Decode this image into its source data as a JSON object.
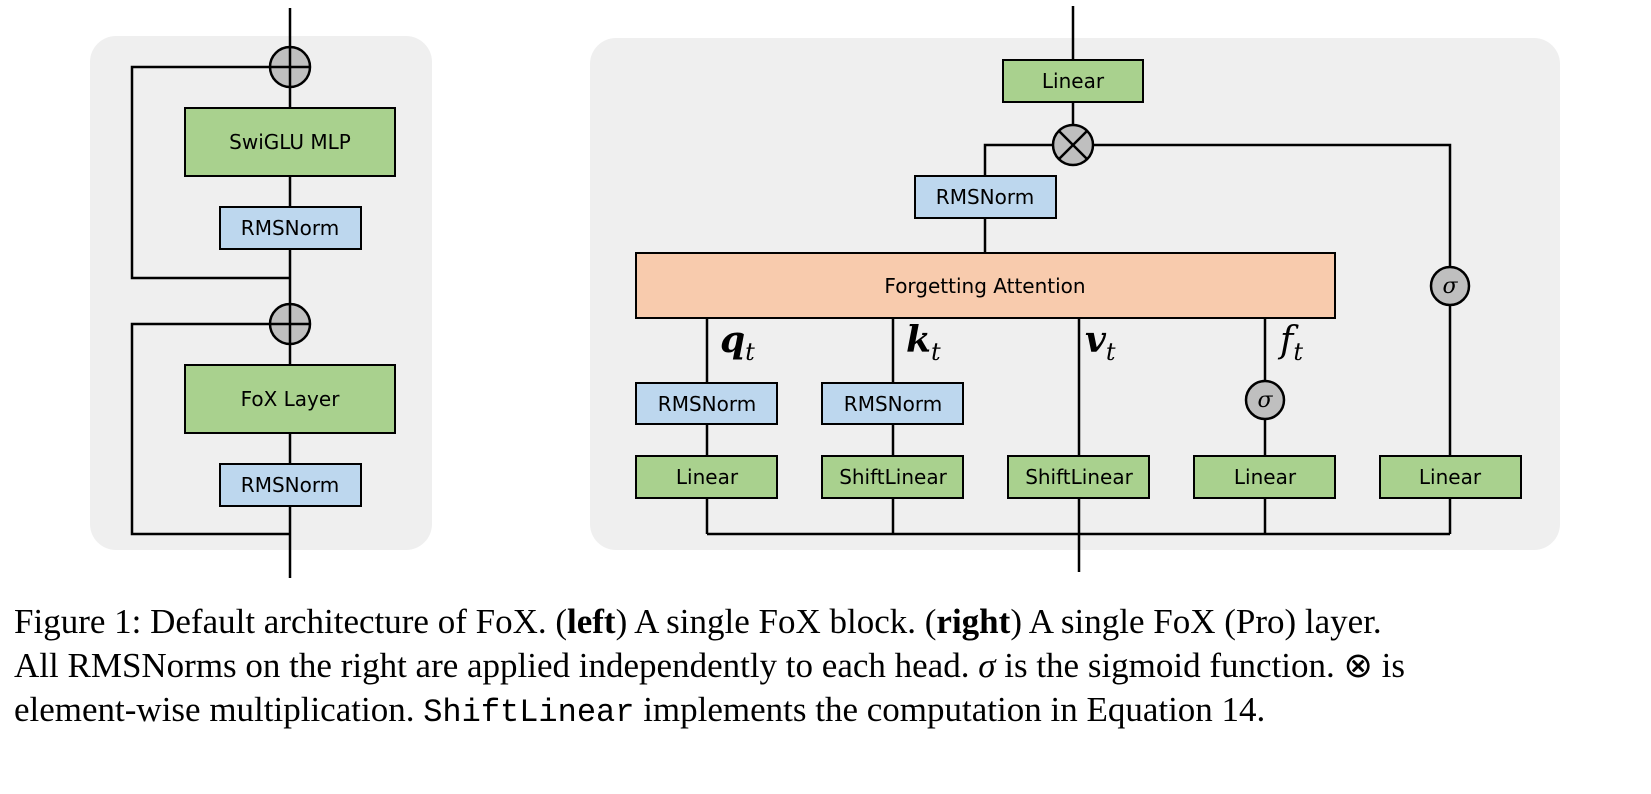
{
  "left": {
    "swiglu": "SwiGLU MLP",
    "rmsnorm_top": "RMSNorm",
    "fox_layer": "FoX Layer",
    "rmsnorm_bottom": "RMSNorm"
  },
  "right": {
    "linear_out": "Linear",
    "rmsnorm_out": "RMSNorm",
    "attention": "Forgetting Attention",
    "q": "q",
    "q_sub": "t",
    "k": "k",
    "k_sub": "t",
    "v": "v",
    "v_sub": "t",
    "f": "f",
    "f_sub": "t",
    "sigma": "σ",
    "rmsnorm_q": "RMSNorm",
    "rmsnorm_k": "RMSNorm",
    "linear_q": "Linear",
    "shiftlinear_k": "ShiftLinear",
    "shiftlinear_v": "ShiftLinear",
    "linear_f": "Linear",
    "linear_gate": "Linear"
  },
  "caption": {
    "l1_a": "Figure 1: Default architecture of FoX. (",
    "l1_left": "left",
    "l1_b": ") A single FoX block. (",
    "l1_right": "right",
    "l1_c": ") A single FoX (Pro) layer.",
    "l2_a": "All RMSNorms on the right are applied independently to each head. ",
    "l2_sigma": "σ",
    "l2_b": " is the sigmoid function. ⊗ is",
    "l3_a": "element-wise multiplication. ",
    "l3_code": "ShiftLinear",
    "l3_b": " implements the computation in Equation 14."
  },
  "colors": {
    "panel": "#efefef",
    "green": "#a9d18e",
    "blue": "#bdd7ee",
    "orange": "#f8cbad",
    "gray_circle": "#bfbfbf"
  }
}
